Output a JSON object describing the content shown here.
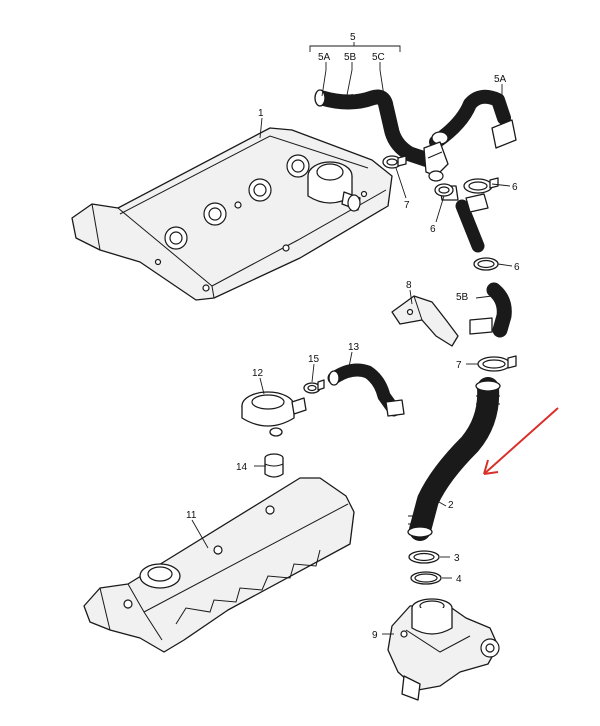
{
  "labels": {
    "p1": "1",
    "p2": "2",
    "p3": "3",
    "p4": "4",
    "p5": "5",
    "p5a_top": "5A",
    "p5b_top": "5B",
    "p5c_top": "5C",
    "p5a_right": "5A",
    "p5b_right": "5B",
    "p6_a": "6",
    "p6_b": "6",
    "p6_c": "6",
    "p7_a": "7",
    "p7_b": "7",
    "p8": "8",
    "p9": "9",
    "p11": "11",
    "p12": "12",
    "p13": "13",
    "p14": "14",
    "p15": "15"
  },
  "colors": {
    "line": "#1a1a1a",
    "arrow": "#d9302a",
    "background": "#ffffff"
  }
}
